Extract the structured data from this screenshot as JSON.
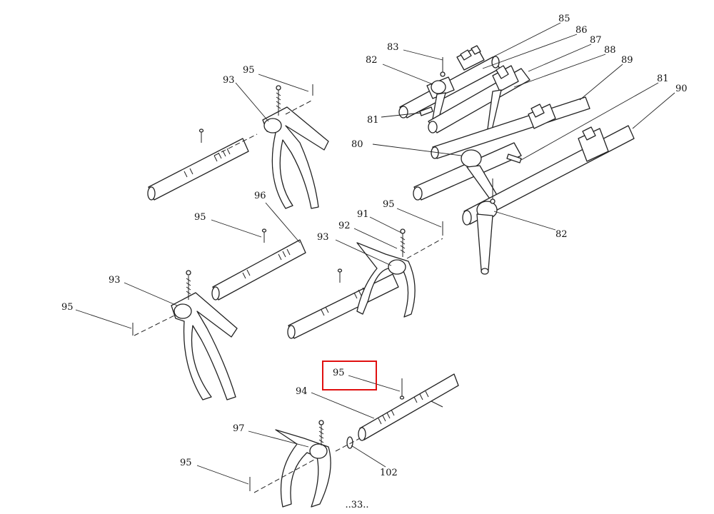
{
  "diagram": {
    "labels": {
      "l85": "85",
      "l86": "86",
      "l87": "87",
      "l88": "88",
      "l89": "89",
      "l83": "83",
      "l82a": "82",
      "l81a": "81",
      "l80": "80",
      "l81b": "81",
      "l90": "90",
      "l82b": "82",
      "l95a": "95",
      "l93a": "93",
      "l96": "96",
      "l95b": "95",
      "l93b": "93",
      "l95c": "95",
      "l95d": "95",
      "l91": "91",
      "l92": "92",
      "l93c": "93",
      "l95e": "95",
      "l94": "94",
      "l97": "97",
      "l95f": "95",
      "l102": "102"
    },
    "highlight_color": "#e01010"
  },
  "page_number": "..33.."
}
